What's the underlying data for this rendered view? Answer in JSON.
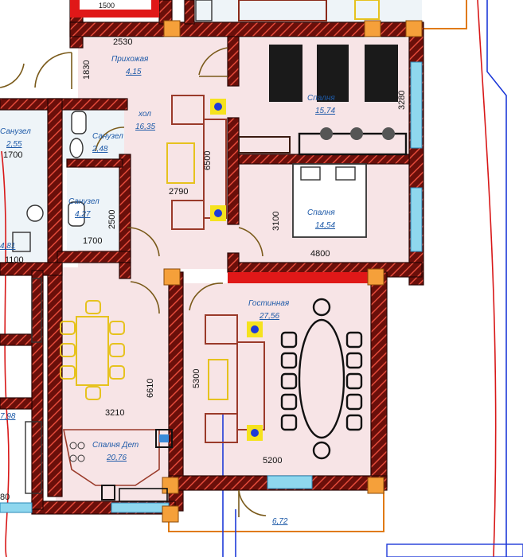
{
  "rooms": {
    "hall_entry": {
      "name": "Прихожая",
      "area": "4,15"
    },
    "hol": {
      "name": "хол",
      "area": "16,35"
    },
    "bath1": {
      "name": "Санузел",
      "area": "2,48"
    },
    "bath_left": {
      "name": "Санузел",
      "area": "2,55"
    },
    "bath2": {
      "name": "Санузел",
      "area": "4,27"
    },
    "bedroom1": {
      "name": "Спалня",
      "area": "15,74"
    },
    "bedroom2": {
      "name": "Спалня",
      "area": "14,54"
    },
    "living": {
      "name": "Гостинная",
      "area": "27,56"
    },
    "kids": {
      "name": "Спалня Дет",
      "area": "20,76"
    },
    "balcony": {
      "area": "6,72"
    },
    "left_cut_a": "4,81",
    "left_cut_b": "7,98"
  },
  "dimensions": {
    "d2530": "2530",
    "d1830": "1830",
    "d1700a": "1700",
    "d6500": "6500",
    "d2790": "2790",
    "d2500": "2500",
    "d1700b": "1700",
    "d1100": "1100",
    "d3280": "3280",
    "d3100": "3100",
    "d4800": "4800",
    "d6610": "6610",
    "d3210": "3210",
    "d5300": "5300",
    "d5200": "5200",
    "d80": "80",
    "top_cut": "1500"
  },
  "colors": {
    "wall": "#7a1a14",
    "room": "#f7e4e6",
    "text": "#1e5aa8",
    "window": "#8fd7ee",
    "column": "#f5a03a",
    "accent_red": "#e01818",
    "plumbing_blue": "#1e3ad8"
  }
}
